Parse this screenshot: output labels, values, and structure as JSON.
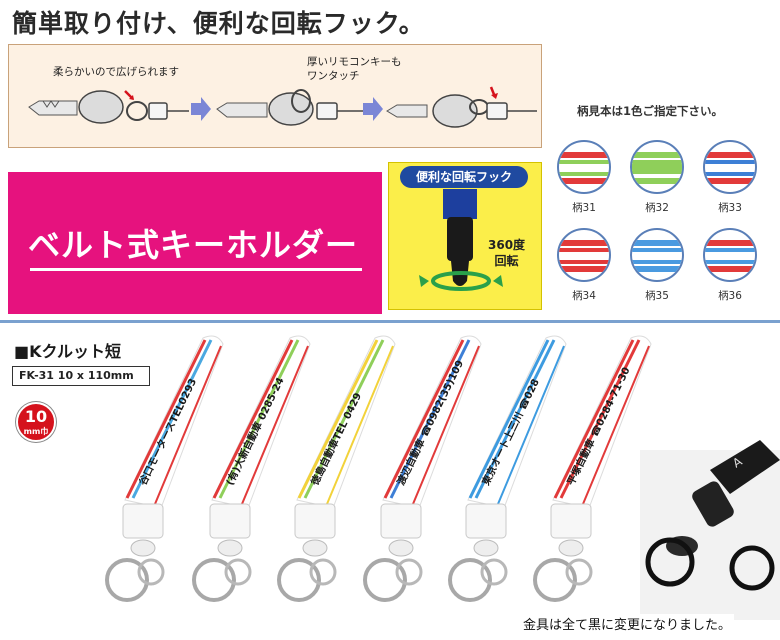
{
  "header": {
    "headline": "簡単取り付け、便利な回転フック。"
  },
  "howto": {
    "step1_caption": "柔らかいので広げられます",
    "step2_caption_line1": "厚いリモコンキーも",
    "step2_caption_line2": "ワンタッチ"
  },
  "colors": {
    "title": "柄見本は1色ご指定下さい。",
    "patterns": [
      {
        "label": "柄31",
        "stripes": [
          "#e23a3a",
          "#8fcf5a"
        ]
      },
      {
        "label": "柄32",
        "stripes": [
          "#f2d23a",
          "#8fcf5a"
        ]
      },
      {
        "label": "柄33",
        "stripes": [
          "#e23a3a",
          "#3d7fd6"
        ]
      },
      {
        "label": "柄34",
        "stripes": [
          "#e23a3a",
          "#e23a3a"
        ]
      },
      {
        "label": "柄35",
        "stripes": [
          "#4a9ae0",
          "#4a9ae0"
        ]
      },
      {
        "label": "柄36",
        "stripes": [
          "#e23a3a",
          "#4a9ae0"
        ]
      }
    ]
  },
  "banner": {
    "title": "ベルト式キーホルダー",
    "color": "#e6127e"
  },
  "hook": {
    "title": "便利な回転フック",
    "deg_line1": "360度",
    "deg_line2": "回転"
  },
  "product": {
    "name": "■Kクルット短",
    "spec": "FK-31  10 x 110mm",
    "badge_num": "10",
    "badge_unit": "mm巾"
  },
  "keychains": [
    {
      "text": "谷口モータースTEL0293",
      "colors": [
        "#e23a3a",
        "#4aa8e0"
      ]
    },
    {
      "text": "(有)大新自動車 0285-24",
      "colors": [
        "#e23a3a",
        "#8fcf5a"
      ]
    },
    {
      "text": "徳島自動車TEL 0429",
      "colors": [
        "#f2d23a",
        "#8fcf5a"
      ]
    },
    {
      "text": "渡辺自動車 ☎0982(35)109",
      "colors": [
        "#e23a3a",
        "#3d7fd6"
      ]
    },
    {
      "text": "東京オート上三川 ☎028",
      "colors": [
        "#3d9be0",
        "#3d9be0"
      ]
    },
    {
      "text": "平塚自動車 ☎0284-71-30",
      "colors": [
        "#e23a3a",
        "#e23a3a"
      ]
    }
  ],
  "footer": {
    "note": "金具は全て黒に変更になりました。"
  }
}
